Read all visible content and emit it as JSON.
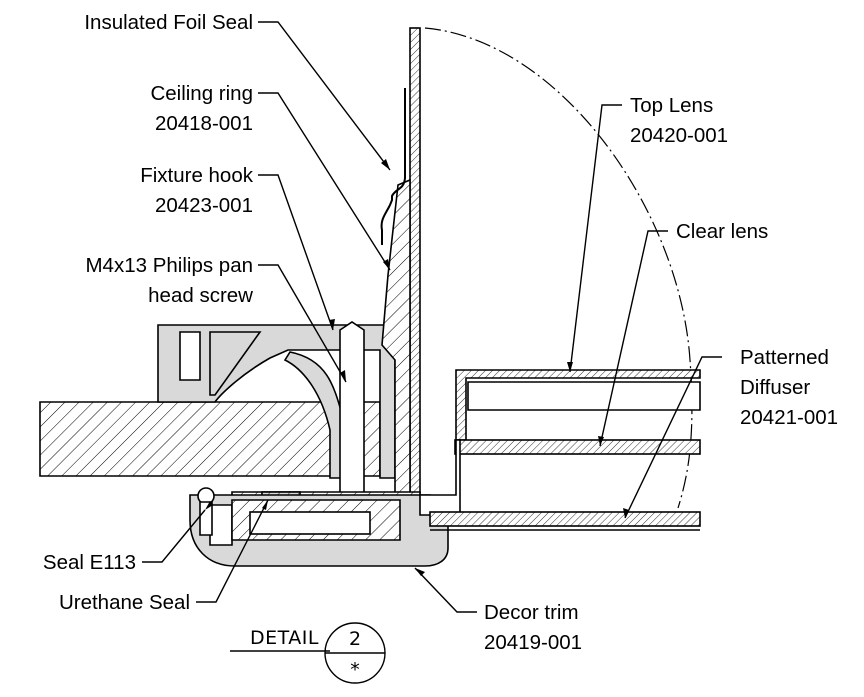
{
  "labels": {
    "insulated_foil_seal": "Insulated Foil Seal",
    "ceiling_ring_name": "Ceiling ring",
    "ceiling_ring_part": "20418-001",
    "fixture_hook_name": "Fixture hook",
    "fixture_hook_part": "20423-001",
    "screw_line1": "M4x13 Philips pan",
    "screw_line2": "head screw",
    "top_lens_name": "Top Lens",
    "top_lens_part": "20420-001",
    "clear_lens": "Clear lens",
    "diffuser_line1": "Patterned",
    "diffuser_line2": "Diffuser",
    "diffuser_part": "20421-001",
    "seal_e113": "Seal E113",
    "urethane_seal": "Urethane Seal",
    "decor_trim_name": "Decor trim",
    "decor_trim_part": "20419-001"
  },
  "detail": {
    "label": "DETAIL",
    "number": "2",
    "sheet": "*"
  }
}
